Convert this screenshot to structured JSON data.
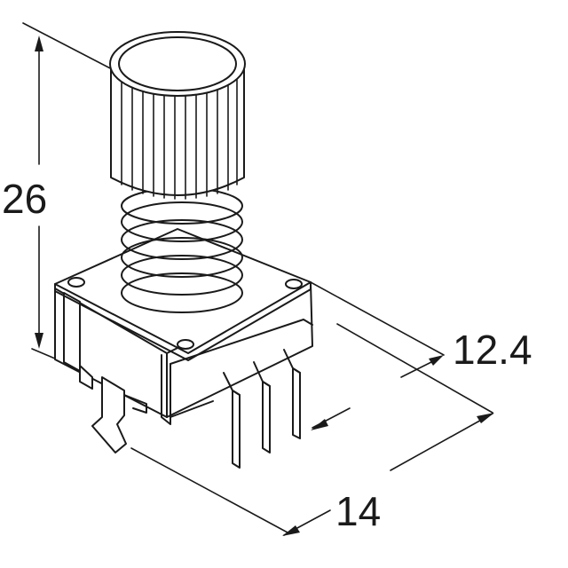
{
  "figure": {
    "dimensions": {
      "height": "26",
      "depth": "12.4",
      "width": "14"
    },
    "colors": {
      "line": "#1a1a1a",
      "background": "#ffffff"
    }
  }
}
